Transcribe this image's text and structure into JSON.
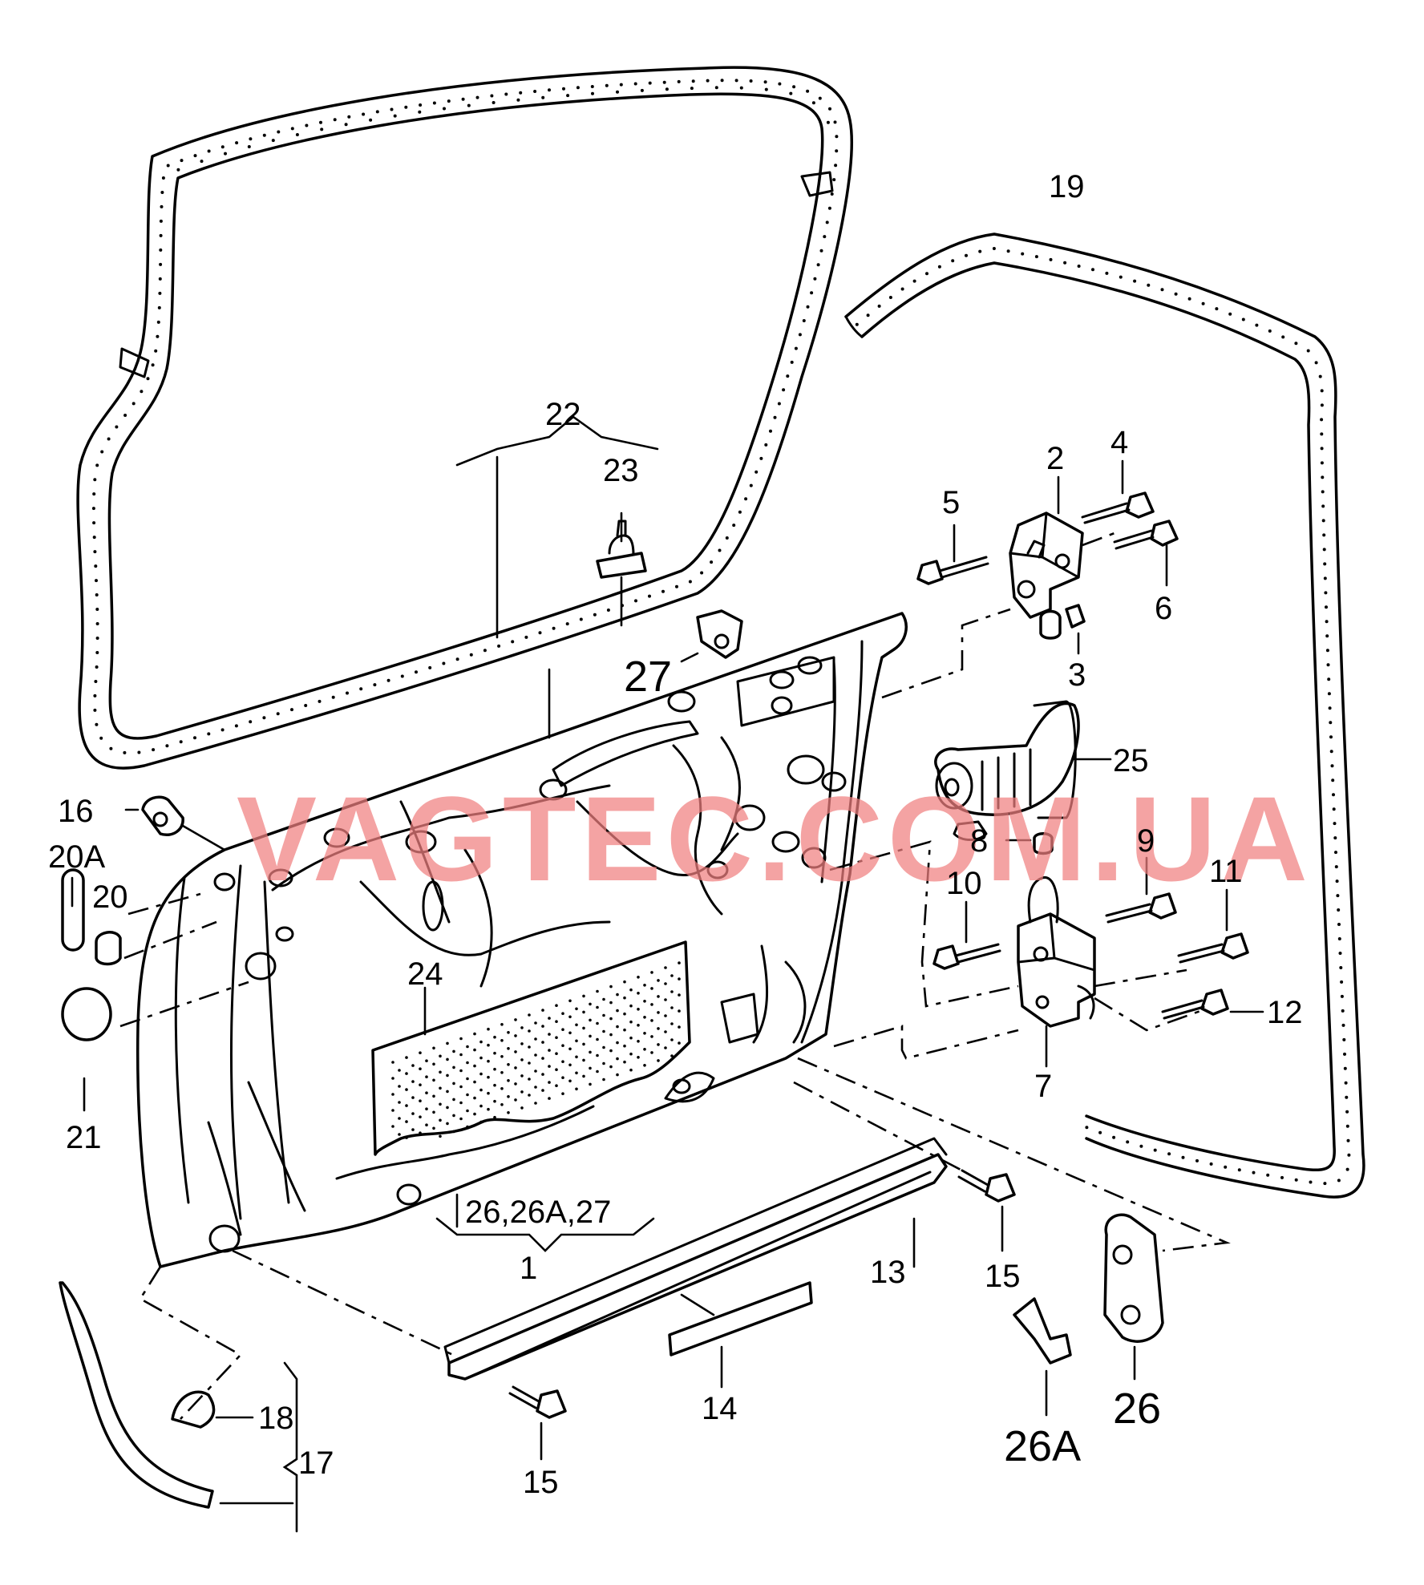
{
  "watermark": "VAGTEC.COM.UA",
  "callouts": [
    {
      "id": "c1",
      "text": "1"
    },
    {
      "id": "c2",
      "text": "2"
    },
    {
      "id": "c3",
      "text": "3"
    },
    {
      "id": "c4",
      "text": "4"
    },
    {
      "id": "c5",
      "text": "5"
    },
    {
      "id": "c6",
      "text": "6"
    },
    {
      "id": "c7",
      "text": "7"
    },
    {
      "id": "c8",
      "text": "8"
    },
    {
      "id": "c9",
      "text": "9"
    },
    {
      "id": "c10",
      "text": "10"
    },
    {
      "id": "c11",
      "text": "11"
    },
    {
      "id": "c12",
      "text": "12"
    },
    {
      "id": "c13",
      "text": "13"
    },
    {
      "id": "c14",
      "text": "14"
    },
    {
      "id": "c15a",
      "text": "15"
    },
    {
      "id": "c15b",
      "text": "15"
    },
    {
      "id": "c16",
      "text": "16"
    },
    {
      "id": "c17",
      "text": "17"
    },
    {
      "id": "c18",
      "text": "18"
    },
    {
      "id": "c19",
      "text": "19"
    },
    {
      "id": "c20",
      "text": "20"
    },
    {
      "id": "c20A",
      "text": "20A"
    },
    {
      "id": "c21",
      "text": "21"
    },
    {
      "id": "c22",
      "text": "22"
    },
    {
      "id": "c23",
      "text": "23"
    },
    {
      "id": "c24",
      "text": "24"
    },
    {
      "id": "c25",
      "text": "25"
    },
    {
      "id": "c26",
      "text": "26"
    },
    {
      "id": "c26A",
      "text": "26A"
    },
    {
      "id": "c27",
      "text": "27"
    },
    {
      "id": "c26group",
      "text": "26,26A,27"
    }
  ]
}
